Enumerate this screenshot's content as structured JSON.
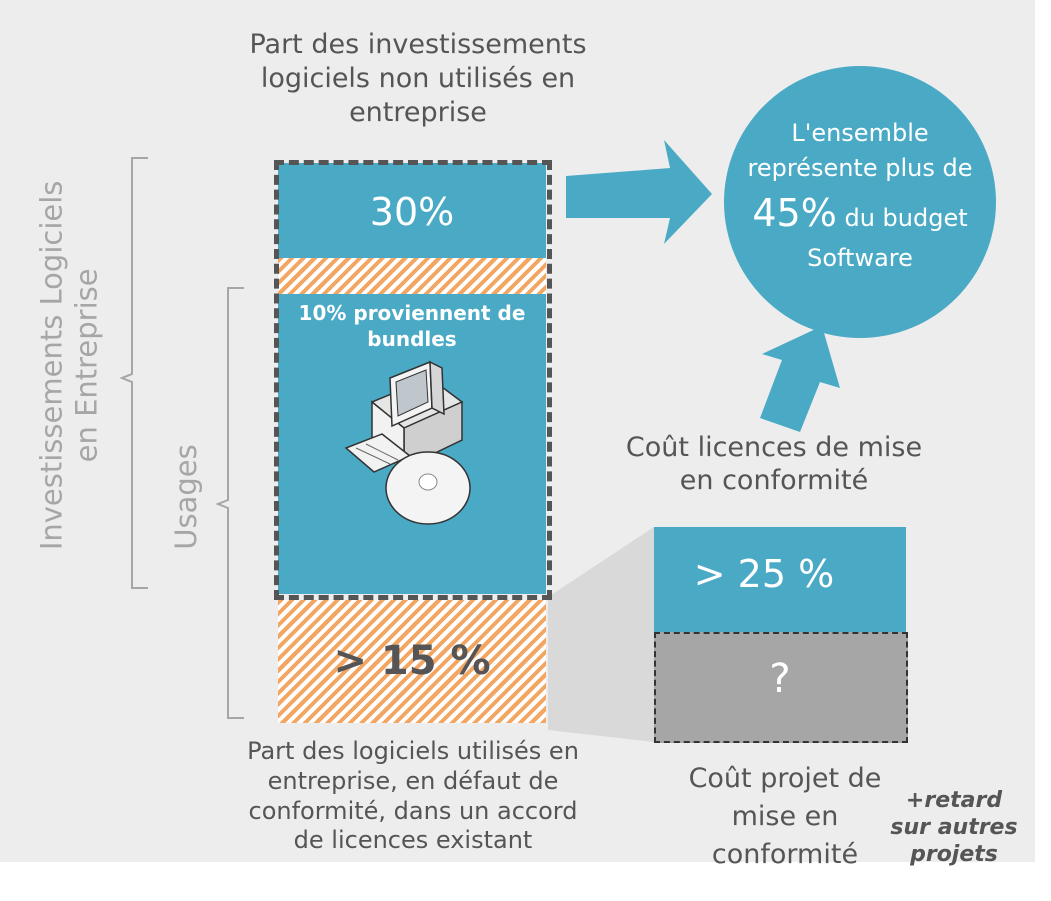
{
  "title_top": [
    "Part des investissements",
    "logiciels non utilisés en",
    "entreprise"
  ],
  "left_axis_label": [
    "Investissements Logiciels",
    "en Entreprise"
  ],
  "usages_label": "Usages",
  "box_30_label": "30%",
  "bundles_label": [
    "10% proviennent de",
    "bundles"
  ],
  "hatch_15_label": "> 15 %",
  "bottom_caption": [
    "Part des logiciels utilisés en",
    "entreprise, en défaut de",
    "conformité, dans un accord",
    "de licences existant"
  ],
  "circle_text": {
    "line1": "L'ensemble",
    "line2": "représente plus de",
    "big_pct": "45%",
    "line3_suffix": " du budget",
    "line4": "Software"
  },
  "licence_cost_label": [
    "Coût licences de mise",
    "en conformité"
  ],
  "right_box_25": "> 25 %",
  "right_box_unknown": "?",
  "project_cost_label": [
    "Coût projet de",
    "mise en",
    "conformité"
  ],
  "retard_note": [
    "+retard",
    "sur autres",
    "projets"
  ],
  "colors": {
    "teal": "#4aaac5",
    "orange_hatch": "#f3a562",
    "grey_box": "#a6a6a6",
    "panel": "#ededed"
  }
}
